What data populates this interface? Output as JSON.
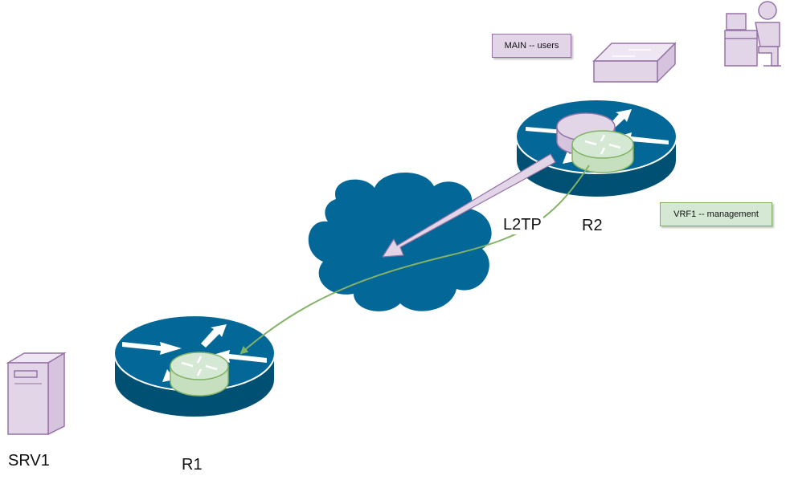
{
  "labels": {
    "srv1": "SRV1",
    "r1": "R1",
    "r2": "R2",
    "l2tp": "L2TP",
    "main_users": "MAIN -- users",
    "vrf1_management": "VRF1 -- management"
  },
  "colors": {
    "cisco_blue": "#036897",
    "main_purple_fill": "#e1d5e7",
    "main_purple_stroke": "#9673a6",
    "vrf_green_fill": "#d5e8d4",
    "vrf_green_stroke": "#82b366"
  },
  "icons": {
    "server": "server-icon",
    "router": "router-icon",
    "cloud": "cloud-icon",
    "switch": "switch-icon",
    "user": "user-workstation-icon"
  }
}
